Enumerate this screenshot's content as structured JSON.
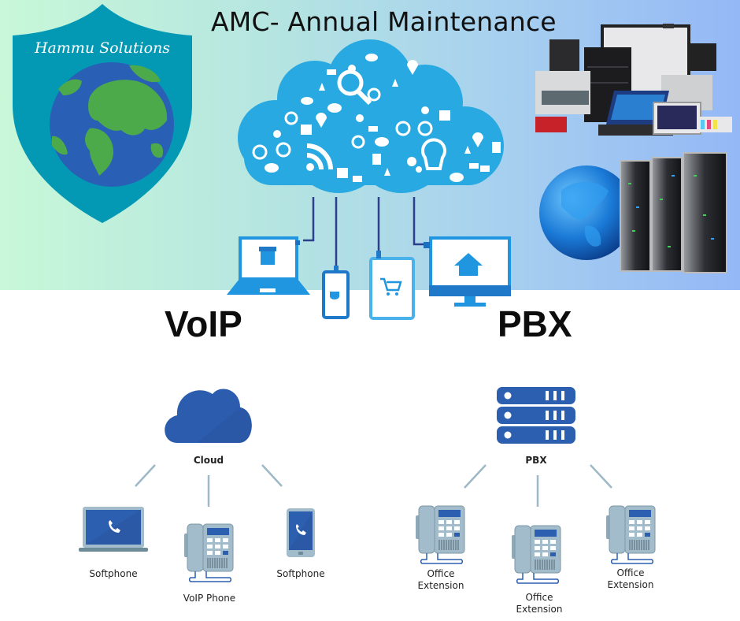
{
  "header": {
    "title": "AMC- Annual Maintenance"
  },
  "logo": {
    "company_name": "Hammu Solutions",
    "icon": "globe-shield-icon",
    "colors": {
      "shield": "#0399b4",
      "ocean": "#2a5fb6",
      "land": "#4daa4a"
    }
  },
  "hero": {
    "cloud_icon": "cloud-services-icon",
    "devices": [
      "laptop-store-icon",
      "smartphone-coffee-icon",
      "tablet-cart-icon",
      "monitor-home-icon"
    ],
    "right_images": [
      "computer-hardware-collage",
      "globe-server-racks"
    ],
    "colors": {
      "cloud": "#29a9e1",
      "device": "#2196e0",
      "cable": "#2c3f8c"
    }
  },
  "sections": {
    "voip": {
      "heading": "VoIP",
      "hub": {
        "label": "Cloud",
        "icon": "cloud-icon"
      },
      "nodes": [
        {
          "label": "Softphone",
          "icon": "laptop-phone-icon"
        },
        {
          "label": "VoIP Phone",
          "icon": "desk-phone-icon"
        },
        {
          "label": "Softphone",
          "icon": "mobile-phone-icon"
        }
      ]
    },
    "pbx": {
      "heading": "PBX",
      "hub": {
        "label": "PBX",
        "icon": "server-stack-icon"
      },
      "nodes": [
        {
          "label_line1": "Office",
          "label_line2": "Extension",
          "icon": "desk-phone-icon"
        },
        {
          "label_line1": "Office",
          "label_line2": "Extension",
          "icon": "desk-phone-icon"
        },
        {
          "label_line1": "Office",
          "label_line2": "Extension",
          "icon": "desk-phone-icon"
        }
      ]
    }
  },
  "colors": {
    "diagram_blue": "#2d5fb0",
    "phone_gray": "#a3bccb",
    "connector": "#9db8c6"
  }
}
